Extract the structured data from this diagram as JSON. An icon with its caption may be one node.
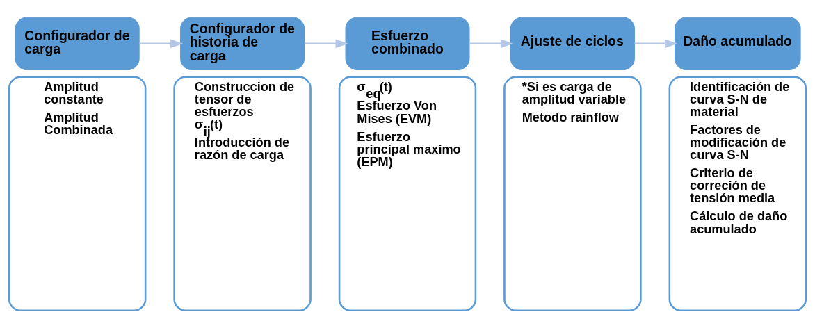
{
  "diagram": {
    "nodes": [
      {
        "text": [
          "Configurador de carga"
        ]
      },
      {
        "text": [
          "Amplitud constante",
          "Amplitud Combinada"
        ]
      },
      {
        "text": [
          "Configurador de historia de carga"
        ]
      },
      {
        "text": [
          "Construccion de tensor de esfuerzos σ$_{ij}$(t)",
          "Introducción de razón de carga"
        ]
      },
      {
        "text": [
          "Esfuerzo combinado"
        ]
      },
      {
        "text": [
          "σ$_{eq}$(t)",
          "Esfuerzo Von Mises (EVM)",
          "Esfuerzo principal maximo (EPM)"
        ]
      },
      {
        "text": [
          "Ajuste de ciclos"
        ]
      },
      {
        "text": [
          "*Si es carga de amplitud variable",
          "Metodo rainflow"
        ]
      },
      {
        "text": [
          "Daño acumulado"
        ]
      },
      {
        "text": [
          "Identificación de curva S-N de material",
          "Factores de modificación de curva S-N",
          "Criterio de correción de tensión media",
          "Cálculo de daño acumulado"
        ]
      }
    ],
    "edges": [
      {
        "from": 0,
        "to": 2,
        "arrow": "to"
      },
      {
        "from": 2,
        "to": 4,
        "arrow": "to"
      },
      {
        "from": 4,
        "to": 6,
        "arrow": "to"
      },
      {
        "from": 6,
        "to": 8,
        "arrow": "to"
      }
    ]
  }
}
